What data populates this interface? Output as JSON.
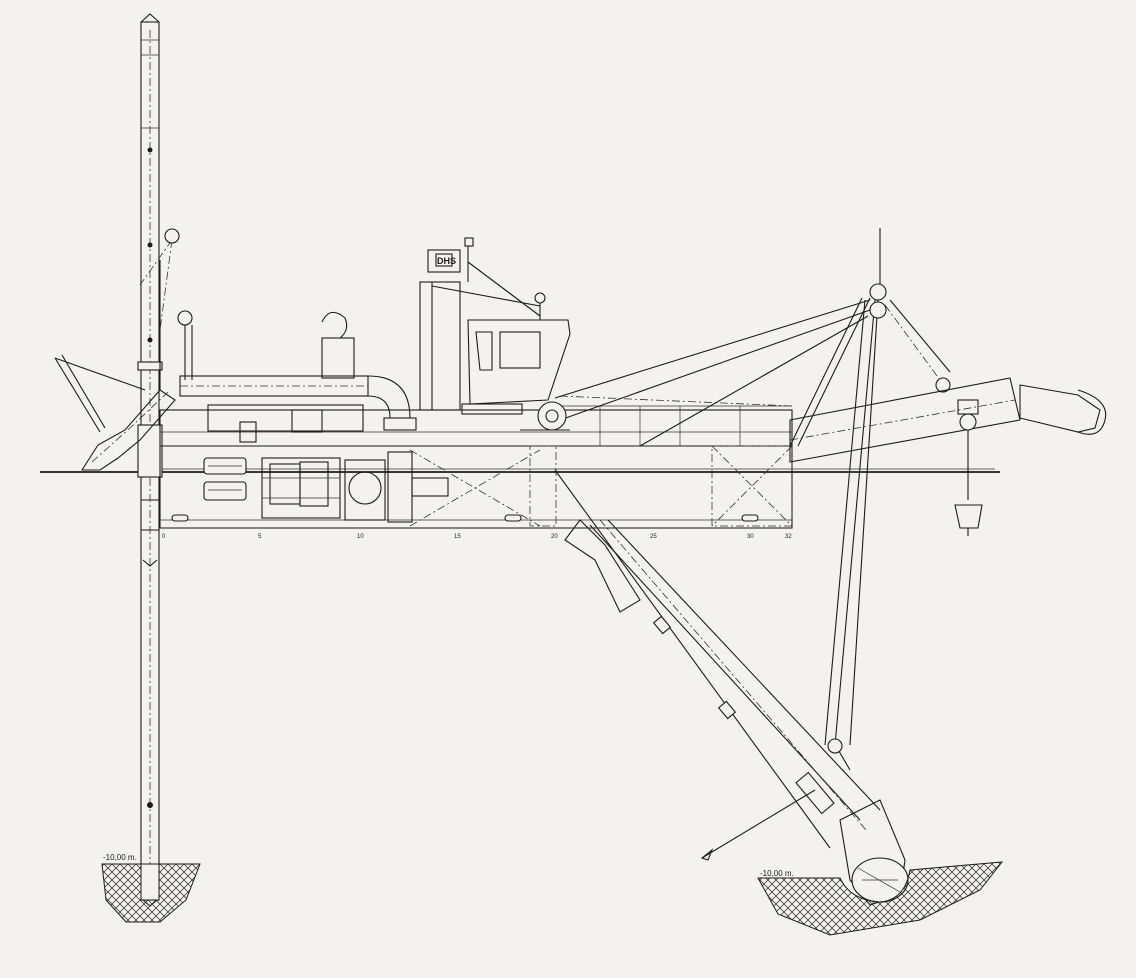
{
  "logo_text": "DHS",
  "depth_label_left": "-10,00 m.",
  "depth_label_right": "-10,00 m.",
  "scale_ticks": [
    "0",
    "5",
    "10",
    "15",
    "20",
    "25",
    "30",
    "32"
  ],
  "colors": {
    "background": "#f4f2ee",
    "line": "#1c1c1c"
  }
}
